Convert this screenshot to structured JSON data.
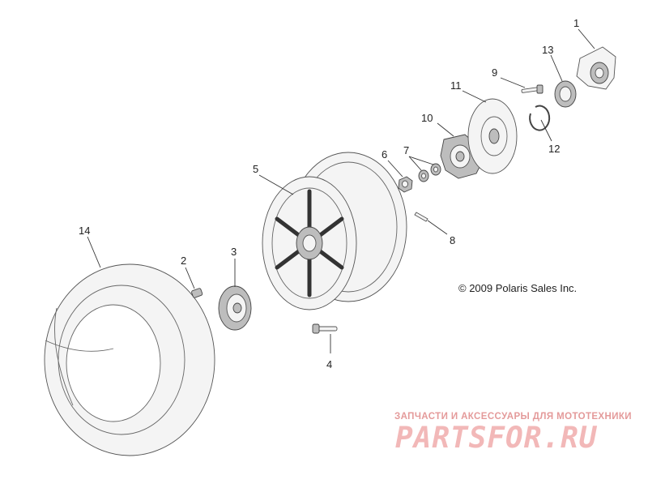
{
  "callouts": {
    "c1": "1",
    "c2": "2",
    "c3": "3",
    "c4": "4",
    "c5": "5",
    "c6": "6",
    "c7": "7",
    "c8": "8",
    "c9": "9",
    "c10": "10",
    "c11": "11",
    "c12": "12",
    "c13": "13",
    "c14": "14"
  },
  "copyright": "© 2009 Polaris Sales Inc.",
  "watermark": {
    "tagline": "ЗАПЧАСТИ И АКСЕССУАРЫ ДЛЯ МОТОТЕХНИКИ",
    "logo": "PARTSFOR.RU"
  },
  "colors": {
    "line": "#555555",
    "watermark": "#e49a9a"
  }
}
